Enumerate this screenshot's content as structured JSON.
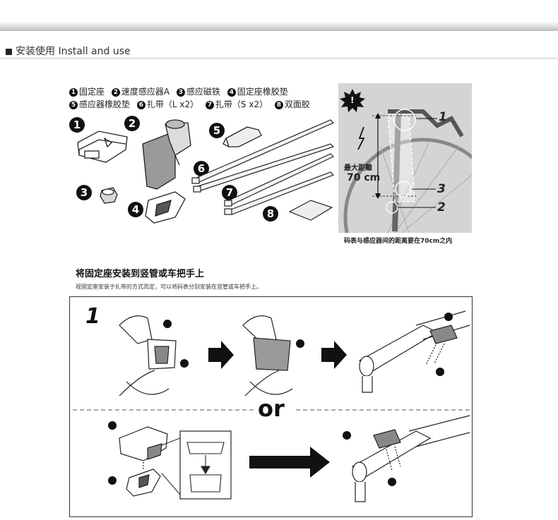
{
  "section": {
    "title": "安装使用 Install and use"
  },
  "legend": {
    "line1": [
      {
        "num": "1",
        "label": "固定座"
      },
      {
        "num": "2",
        "label": "速度感应器A"
      },
      {
        "num": "3",
        "label": "感应磁铁"
      },
      {
        "num": "4",
        "label": "固定座橡胶垫"
      }
    ],
    "line2": [
      {
        "num": "5",
        "label": "感应器橡胶垫"
      },
      {
        "num": "6",
        "label": "扎带（L x2）"
      },
      {
        "num": "7",
        "label": "扎带（S x2）"
      },
      {
        "num": "8",
        "label": "双面胶"
      }
    ]
  },
  "photo": {
    "distance_label": "最大距離",
    "distance_value": "70 cm",
    "callout_1": "1",
    "callout_2": "2",
    "callout_3": "3",
    "caption": "码表与感应器间的距离要在70cm之内"
  },
  "install": {
    "heading": "将固定座安装到竖管或车把手上",
    "note": "视固定座安装于扎带的方式而定，可以将码表分别安装在竖管或车把手上。",
    "step_number": "1",
    "divider_text": "or"
  },
  "colors": {
    "accent": "#111111",
    "photo_bg": "#d4d4d4",
    "gray_part": "#9a9a9a"
  }
}
